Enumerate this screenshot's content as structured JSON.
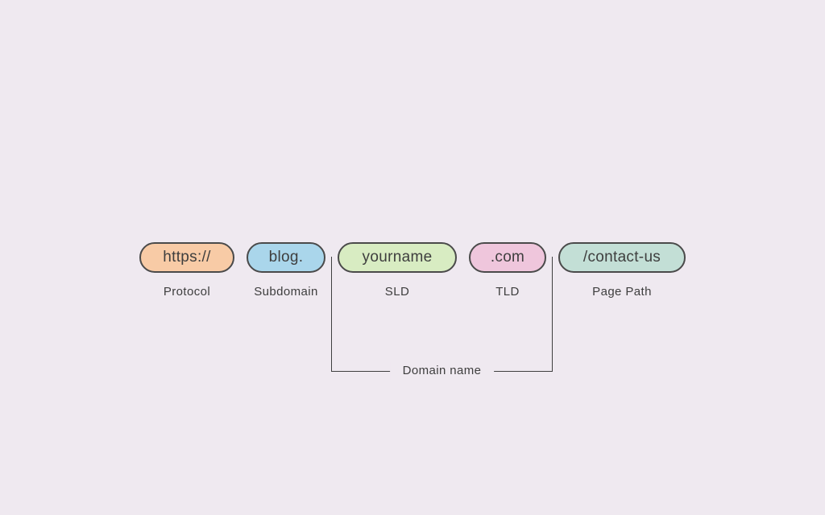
{
  "page": {
    "background": "#EFE9F0",
    "line_color": "#3F3F3F",
    "text_color": "#3E3E3E",
    "pill_border_color": "#4A4A4A"
  },
  "segments": [
    {
      "text": "https://",
      "label": "Protocol",
      "fill": "#F8CBA6"
    },
    {
      "text": "blog.",
      "label": "Subdomain",
      "fill": "#AAD6EB"
    },
    {
      "text": "yourname",
      "label": "SLD",
      "fill": "#D8ECC2"
    },
    {
      "text": ".com",
      "label": "TLD",
      "fill": "#EFC6DC"
    },
    {
      "text": "/contact-us",
      "label": "Page Path",
      "fill": "#C3DFD6"
    }
  ],
  "bracket": {
    "label": "Domain name"
  }
}
